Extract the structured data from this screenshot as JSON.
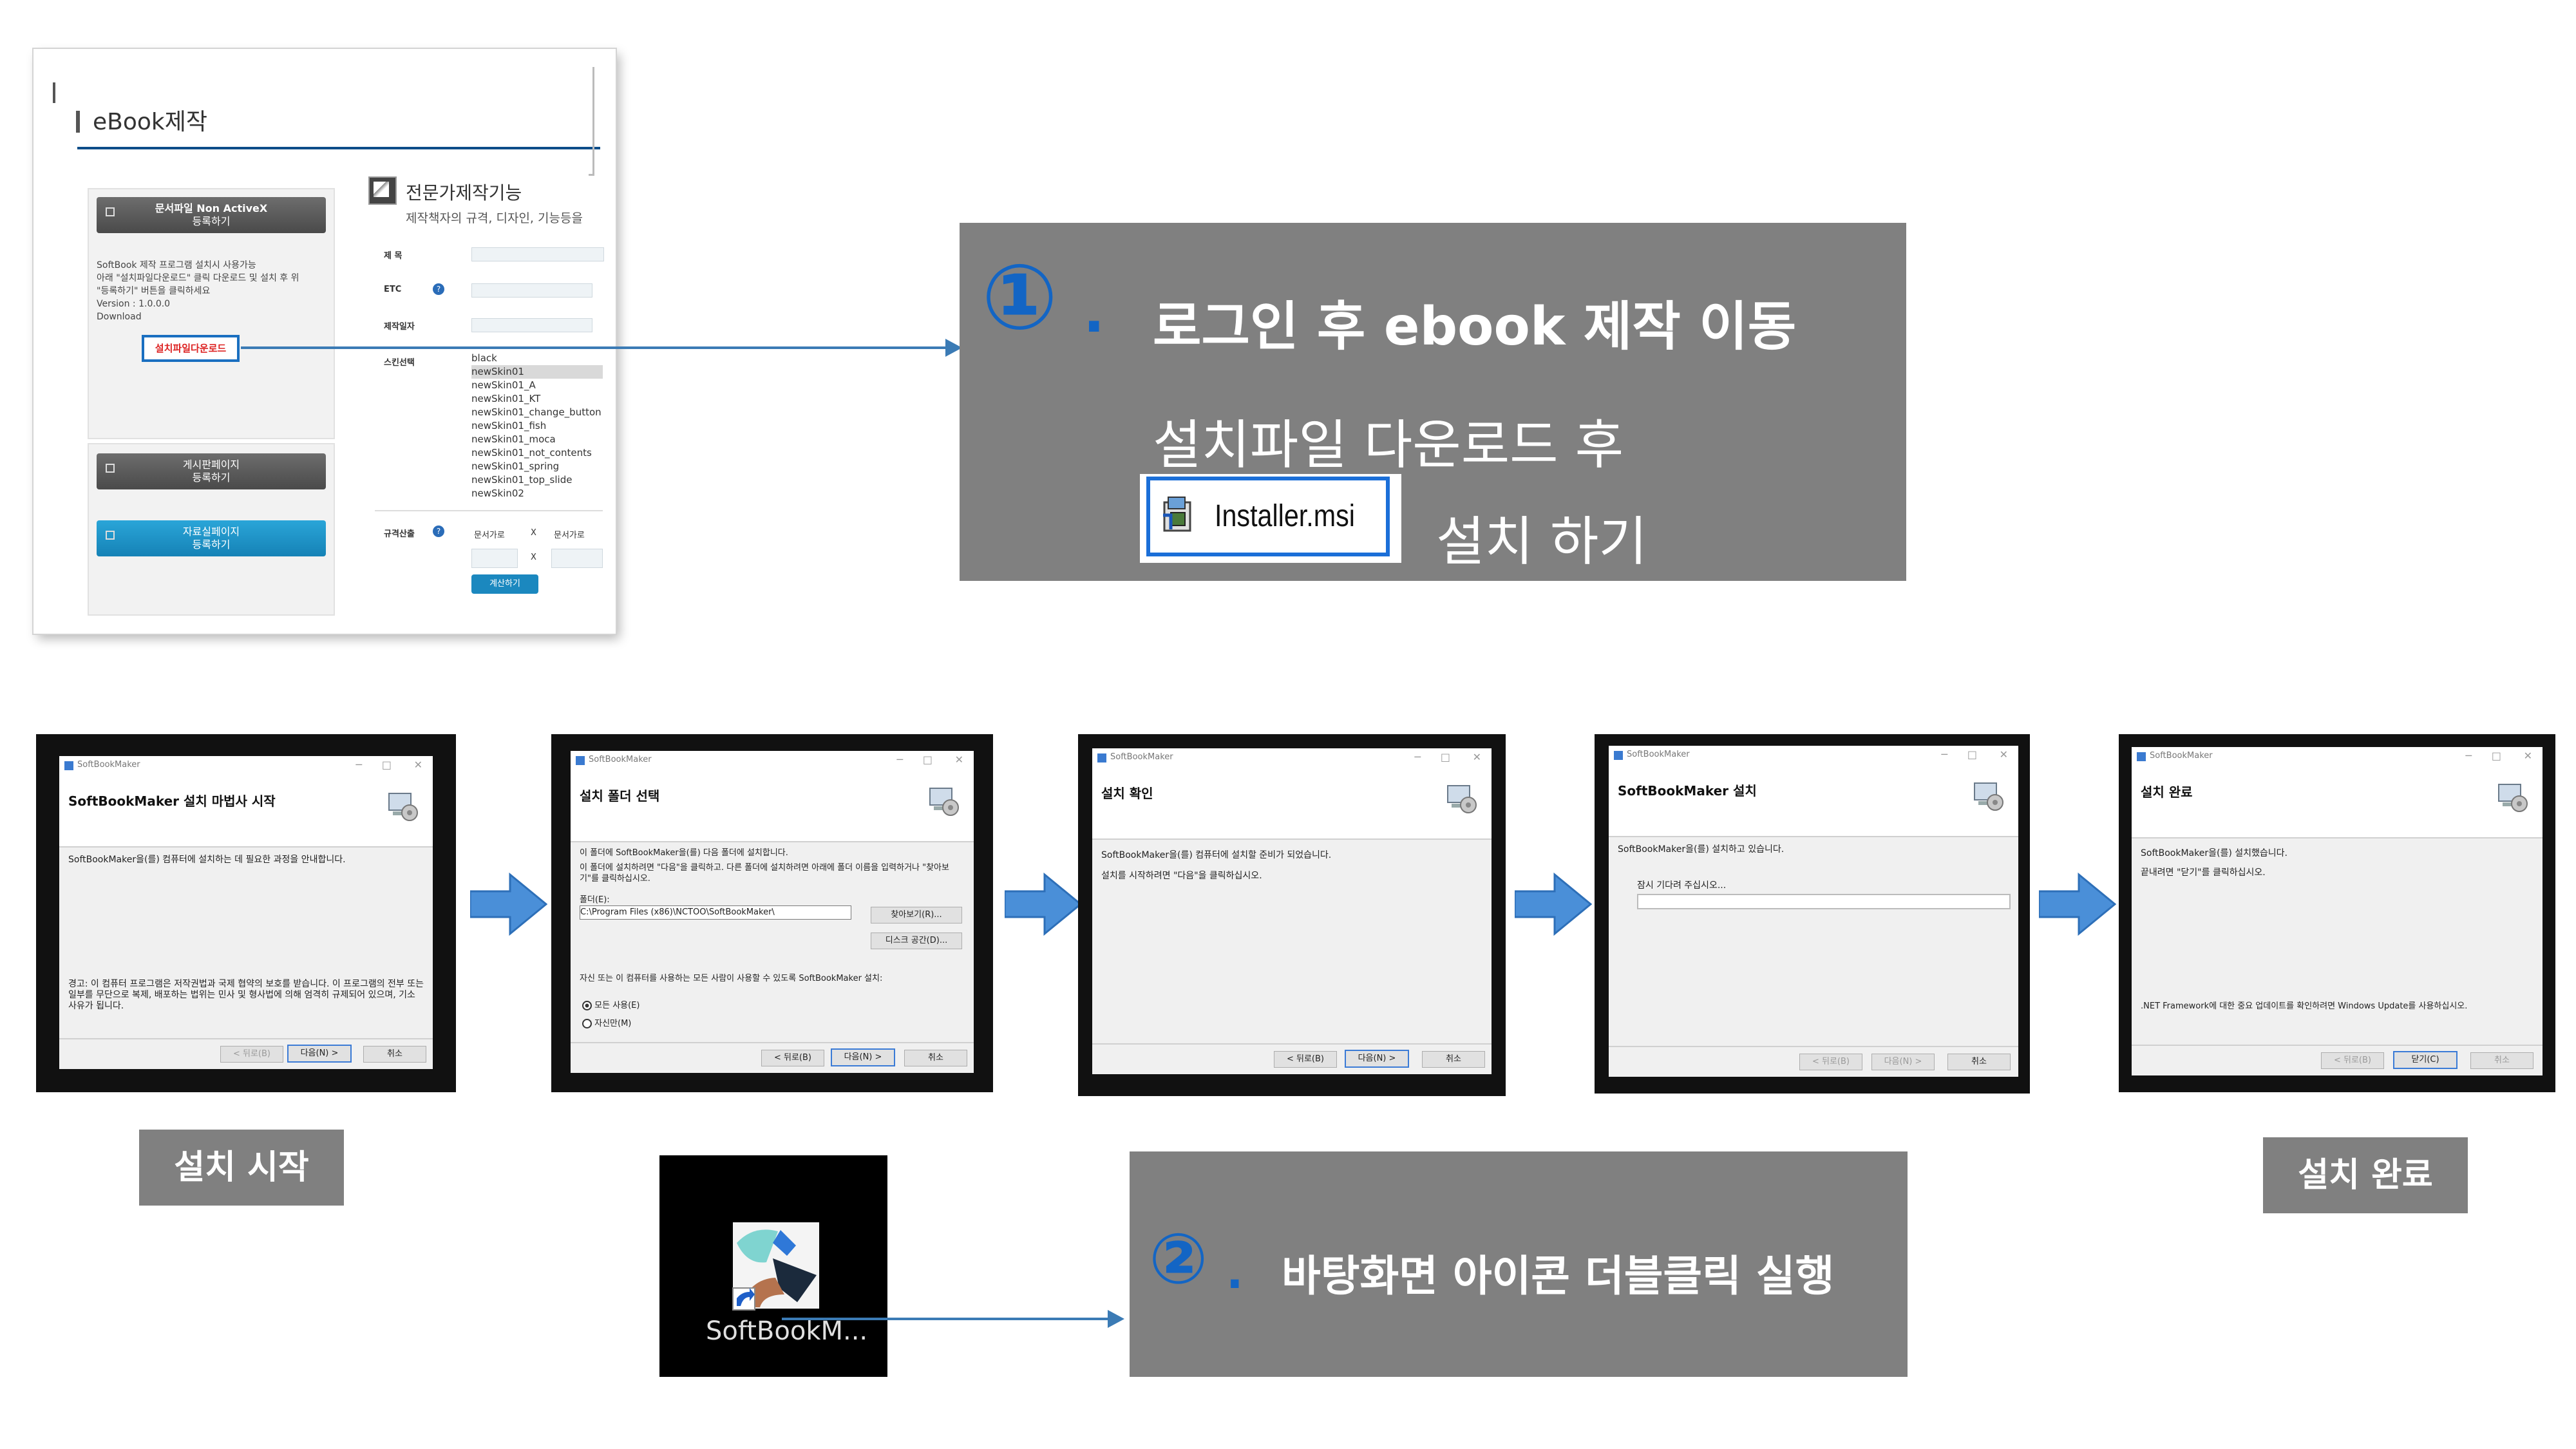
{
  "web_panel": {
    "title": "eBook제작",
    "upload_box": {
      "button_line1": "문서파일 Non ActiveX",
      "button_line2": "등록하기",
      "text_lines": [
        "SoftBook 제작 프로그램 설치시 사용가능",
        "아래 \"설치파일다운로드\" 클릭 다운로드 및 설치 후 위",
        "\"등록하기\" 버튼을 클릭하세요",
        "Version : 1.0.0.0"
      ],
      "download_label": "Download",
      "download_link": "설치파일다운로드"
    },
    "bulletin_button_line1": "게시판페이지",
    "bulletin_button_line2": "등록하기",
    "data_button_line1": "자료실페이지",
    "data_button_line2": "등록하기",
    "pro_title": "전문가제작기능",
    "pro_subtitle": "제작책자의 규격, 디자인, 기능등을",
    "form": {
      "title_label": "제 목",
      "etc_label": "ETC",
      "maker_label": "제작일자",
      "skin_label": "스킨선택",
      "size_label": "규격산출",
      "doc_width": "문서가로",
      "x1": "X",
      "doc_height": "문서가로",
      "x2": "X",
      "calc_button": "계산하기"
    },
    "skin_options": [
      "black",
      "newSkin01",
      "newSkin01_A",
      "newSkin01_KT",
      "newSkin01_change_button",
      "newSkin01_fish",
      "newSkin01_moca",
      "newSkin01_not_contents",
      "newSkin01_spring",
      "newSkin01_top_slide",
      "newSkin02"
    ],
    "skin_selected": "newSkin01"
  },
  "callout1": {
    "number": "①",
    "dot": ".",
    "line1": "로그인 후 ebook 제작 이동",
    "line2": "설치파일 다운로드 후",
    "msi_name": "Installer.msi",
    "line3": "설치 하기"
  },
  "dialogs": [
    {
      "window_title": "SoftBookMaker",
      "heading": "SoftBookMaker 설치 마법사 시작",
      "body": [
        "SoftBookMaker을(를) 컴퓨터에 설치하는 데 필요한 과정을 안내합니다."
      ],
      "warning": "경고: 이 컴퓨터 프로그램은 저작권법과 국제 협약의 보호를 받습니다. 이 프로그램의 전부 또는 일부를 무단으로 복제, 배포하는 법위는 민사 및 형사법에 의해 엄격히 규제되어 있으며, 기소 사유가 됩니다.",
      "buttons": [
        "< 뒤로(B)",
        "다음(N) >",
        "취소"
      ]
    },
    {
      "window_title": "SoftBookMaker",
      "heading": "설치 폴더 선택",
      "body": [
        "이 폴더에 SoftBookMaker을(를) 다음 폴더에 설치합니다.",
        "이 폴더에 설치하려면 \"다음\"을 클릭하고. 다른 폴더에 설치하려면 아래에 폴더 이름을 입력하거나 \"찾아보기\"를 클릭하십시오."
      ],
      "folder_label": "폴더(E):",
      "folder_value": "C:\\Program Files (x86)\\NCTOO\\SoftBookMaker\\",
      "browse_button": "찾아보기(R)...",
      "disk_button": "디스크 공간(D)...",
      "users_text": "자신 또는 이 컴퓨터를 사용하는 모든 사람이 사용할 수 있도록 SoftBookMaker 설치:",
      "radio_all": "모든 사용(E)",
      "radio_me": "자신만(M)",
      "buttons": [
        "< 뒤로(B)",
        "다음(N) >",
        "취소"
      ]
    },
    {
      "window_title": "SoftBookMaker",
      "heading": "설치 확인",
      "body": [
        "SoftBookMaker을(를) 컴퓨터에 설치할 준비가 되었습니다.",
        "설치를 시작하려면 \"다음\"을 클릭하십시오."
      ],
      "buttons": [
        "< 뒤로(B)",
        "다음(N) >",
        "취소"
      ]
    },
    {
      "window_title": "SoftBookMaker",
      "heading": "SoftBookMaker 설치",
      "body": [
        "SoftBookMaker을(를) 설치하고 있습니다."
      ],
      "wait_text": "잠시 기다려 주십시오...",
      "progress": 0,
      "buttons": [
        "< 뒤로(B)",
        "다음(N) >",
        "취소"
      ]
    },
    {
      "window_title": "SoftBookMaker",
      "heading": "설치 완료",
      "body": [
        "SoftBookMaker을(를) 설치했습니다.",
        "끝내려면 \"닫기\"를 클릭하십시오."
      ],
      "net_text": ".NET Framework에 대한 중요 업데이트를 확인하려면 Windows Update를 사용하십시오.",
      "buttons": [
        "< 뒤로(B)",
        "닫기(C)",
        "취소"
      ]
    }
  ],
  "labels": {
    "install_start": "설치 시작",
    "install_done": "설치 완료"
  },
  "desktop_icon": {
    "label": "SoftBookM..."
  },
  "callout2": {
    "number": "②",
    "dot": ".",
    "text": "바탕화면 아이콘 더블클릭 실행"
  },
  "colors": {
    "callout_gray": "#808080",
    "accent_blue": "#1365c4",
    "arrow_blue": "#4a8fd8",
    "link_red": "#dd2222"
  }
}
